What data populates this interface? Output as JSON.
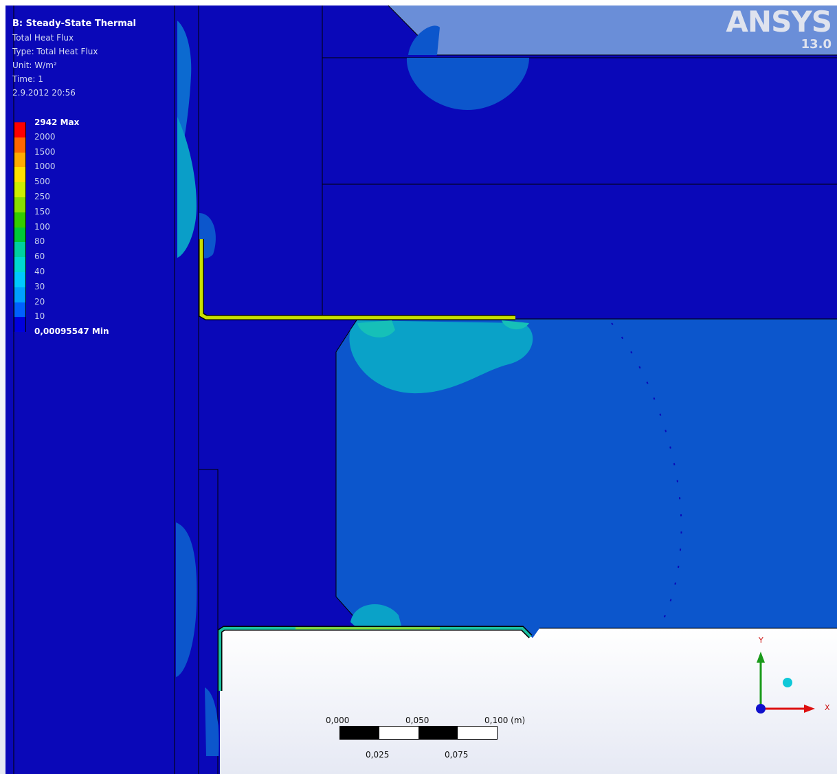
{
  "header": {
    "title": "B: Steady-State Thermal",
    "lines": [
      "Total Heat Flux",
      "Type: Total Heat Flux",
      "Unit: W/m²",
      "Time: 1",
      "2.9.2012 20:56"
    ]
  },
  "legend": {
    "max_label": "2942 Max",
    "min_label": "0,00095547 Min",
    "levels": [
      {
        "label": "2000",
        "color": "#ff0000"
      },
      {
        "label": "1500",
        "color": "#ff6600"
      },
      {
        "label": "1000",
        "color": "#ffaa00"
      },
      {
        "label": "500",
        "color": "#ffe000"
      },
      {
        "label": "250",
        "color": "#ccee00"
      },
      {
        "label": "150",
        "color": "#88dd00"
      },
      {
        "label": "100",
        "color": "#33cc00"
      },
      {
        "label": "80",
        "color": "#00c838"
      },
      {
        "label": "60",
        "color": "#00d0a0"
      },
      {
        "label": "40",
        "color": "#00d8d0"
      },
      {
        "label": "30",
        "color": "#00c8ff"
      },
      {
        "label": "20",
        "color": "#00a0ff"
      },
      {
        "label": "10",
        "color": "#0060ff"
      },
      {
        "label": "",
        "color": "#0000dd"
      }
    ]
  },
  "logo": {
    "brand": "ANSYS",
    "version": "13.0"
  },
  "scale_bar": {
    "top_labels": [
      "0,000",
      "0,050",
      "0,100 (m)"
    ],
    "bottom_labels": [
      "0,025",
      "0,075"
    ]
  },
  "triad": {
    "y_label": "Y",
    "x_label": "X"
  },
  "colors": {
    "background_mesh": "#0a08b8",
    "region_light": "#0f46c8",
    "region_medium": "#0c56cc",
    "flux_cyan": "#00b4c8",
    "viewport_bg": "#ffffff",
    "bracket_yellow": "#c8e000"
  }
}
